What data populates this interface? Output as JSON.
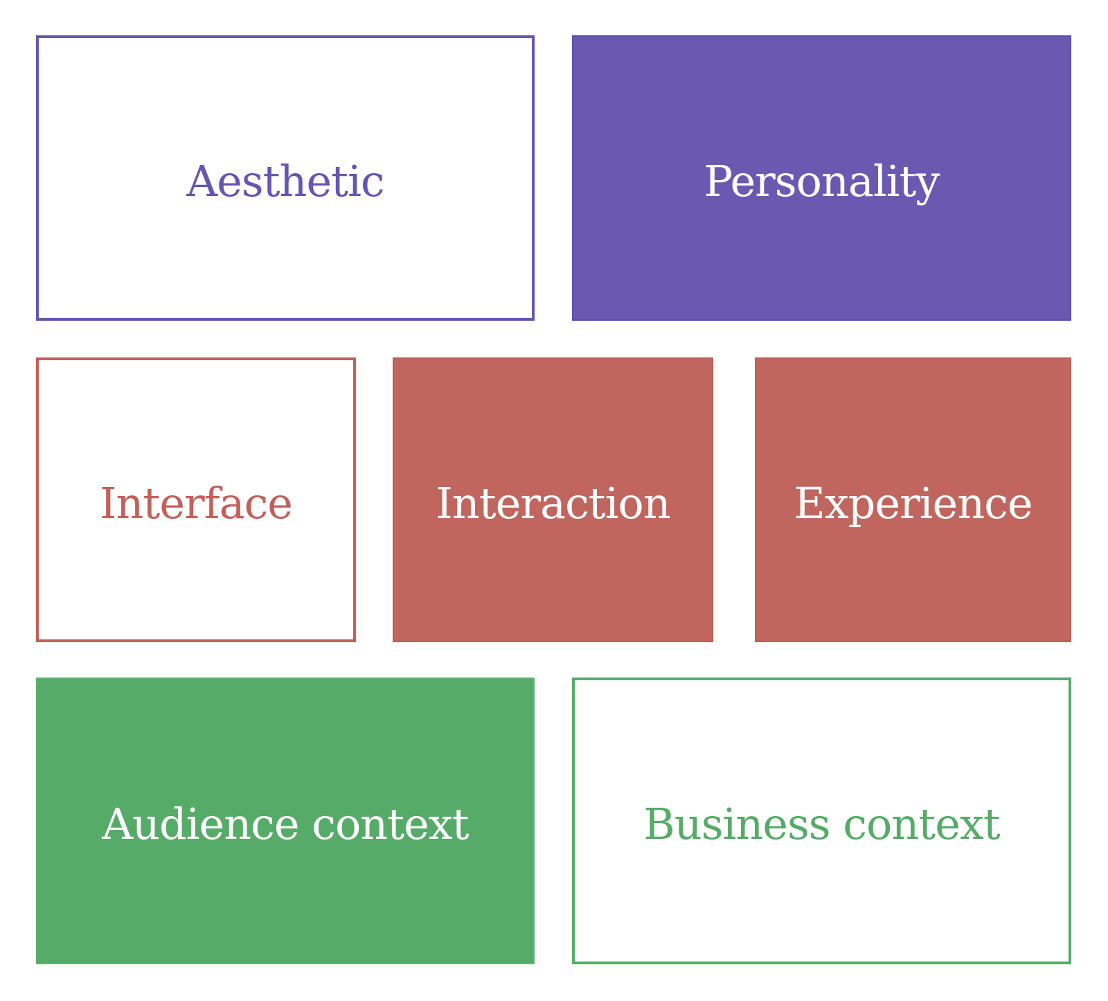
{
  "diagram": {
    "boxes": [
      {
        "id": "aesthetic",
        "label": "Aesthetic",
        "style": "outlined",
        "color": "purple"
      },
      {
        "id": "personality",
        "label": "Personality",
        "style": "filled",
        "color": "purple"
      },
      {
        "id": "interface",
        "label": "Interface",
        "style": "outlined",
        "color": "red"
      },
      {
        "id": "interaction",
        "label": "Interaction",
        "style": "filled",
        "color": "red"
      },
      {
        "id": "experience",
        "label": "Experience",
        "style": "filled",
        "color": "red"
      },
      {
        "id": "audience-context",
        "label": "Audience context",
        "style": "filled",
        "color": "green"
      },
      {
        "id": "business-context",
        "label": "Business context",
        "style": "outlined",
        "color": "green"
      }
    ],
    "colors": {
      "purple_accent": "#6456b4",
      "purple_fill": "#6b58b1",
      "red_accent": "#c2605a",
      "red_fill": "#c0665f",
      "green_accent": "#55ab67",
      "green_fill": "#56ab68",
      "text_on_fill": "#ffffff",
      "background": "#ffffff"
    }
  }
}
